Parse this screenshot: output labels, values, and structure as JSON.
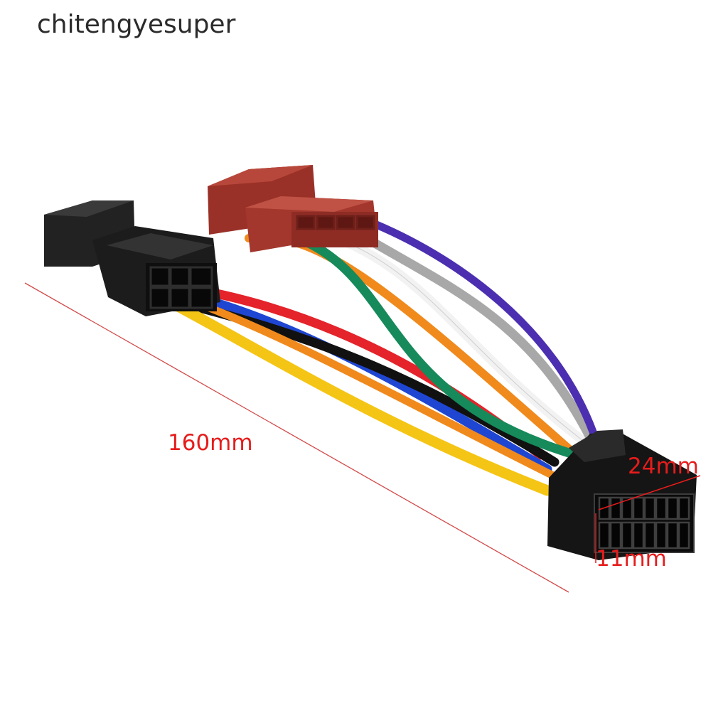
{
  "brand": {
    "text": "chitengyesuper"
  },
  "dimensions": {
    "length": "160mm",
    "width": "24mm",
    "height": "11mm"
  },
  "colors": {
    "dimension_text": "#e61c1c",
    "black_connector": "#1c1c1c",
    "red_connector": "#a3372d",
    "wire_red": "#e4232b",
    "wire_blue": "#1e46d2",
    "wire_black": "#111111",
    "wire_yellow": "#f4c515",
    "wire_orange": "#f08a1c",
    "wire_green": "#168a5a",
    "wire_white": "#f2f2f2",
    "wire_grey": "#a8a8a8",
    "wire_purple": "#4b2fb0"
  }
}
